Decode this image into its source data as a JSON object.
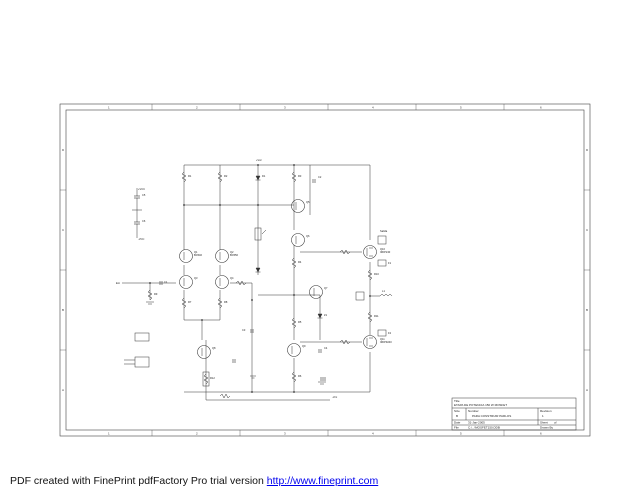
{
  "title_block": {
    "heading": "Title",
    "title": "ETAPA DE POTENCIA 150 W MOSFET",
    "size_label": "Size",
    "size_value": "B",
    "number_label": "Number",
    "number_value": "PARA CONSTRUIR PARLOS",
    "revision_label": "Revision",
    "revision_value": "1",
    "date_label": "Date",
    "date_value": "31-Jan-2005",
    "sheet_label": "Sheet",
    "sheet_value": "of",
    "file_label": "File",
    "file_value": "C:\\...\\MOSFET150.DDB",
    "drawn_label": "Drawn By"
  },
  "zones": {
    "columns": [
      "1",
      "2",
      "3",
      "4",
      "5",
      "6"
    ],
    "rows": [
      "D",
      "C",
      "B",
      "A"
    ]
  },
  "components": {
    "q1": "Q1",
    "q2": "Q2",
    "q3": "Q3",
    "q4": "Q4",
    "q5": "Q5",
    "q6": "Q6",
    "q7": "Q7",
    "q8": "Q8",
    "q9": "Q9",
    "q10": "Q10",
    "q11": "Q11",
    "vplus": "+Vcc",
    "vminus": "-Vcc",
    "out": "Salida",
    "in": "Ent",
    "r1": "R1",
    "r2": "R2",
    "r3": "R3",
    "r4": "R4",
    "r5": "R5",
    "r6": "R6",
    "r7": "R7",
    "r8": "R8",
    "r9": "R9",
    "r10": "R10",
    "r11": "R11",
    "r12": "R12",
    "c1": "C1",
    "c2": "C2",
    "c3": "C3",
    "c4": "C4",
    "c5": "C5",
    "c6": "C6",
    "d1": "D1",
    "z1": "Z1",
    "l1": "L1",
    "f1": "F1",
    "f2": "F2",
    "m1": "IRFP240",
    "m2": "IRFP9240",
    "tr1": "BC546",
    "tr2": "BC556",
    "ps1": "+VCC",
    "ps2": "-VCC"
  },
  "footer": {
    "text": "PDF created with FinePrint pdfFactory Pro trial version ",
    "link": "http://www.fineprint.com"
  }
}
